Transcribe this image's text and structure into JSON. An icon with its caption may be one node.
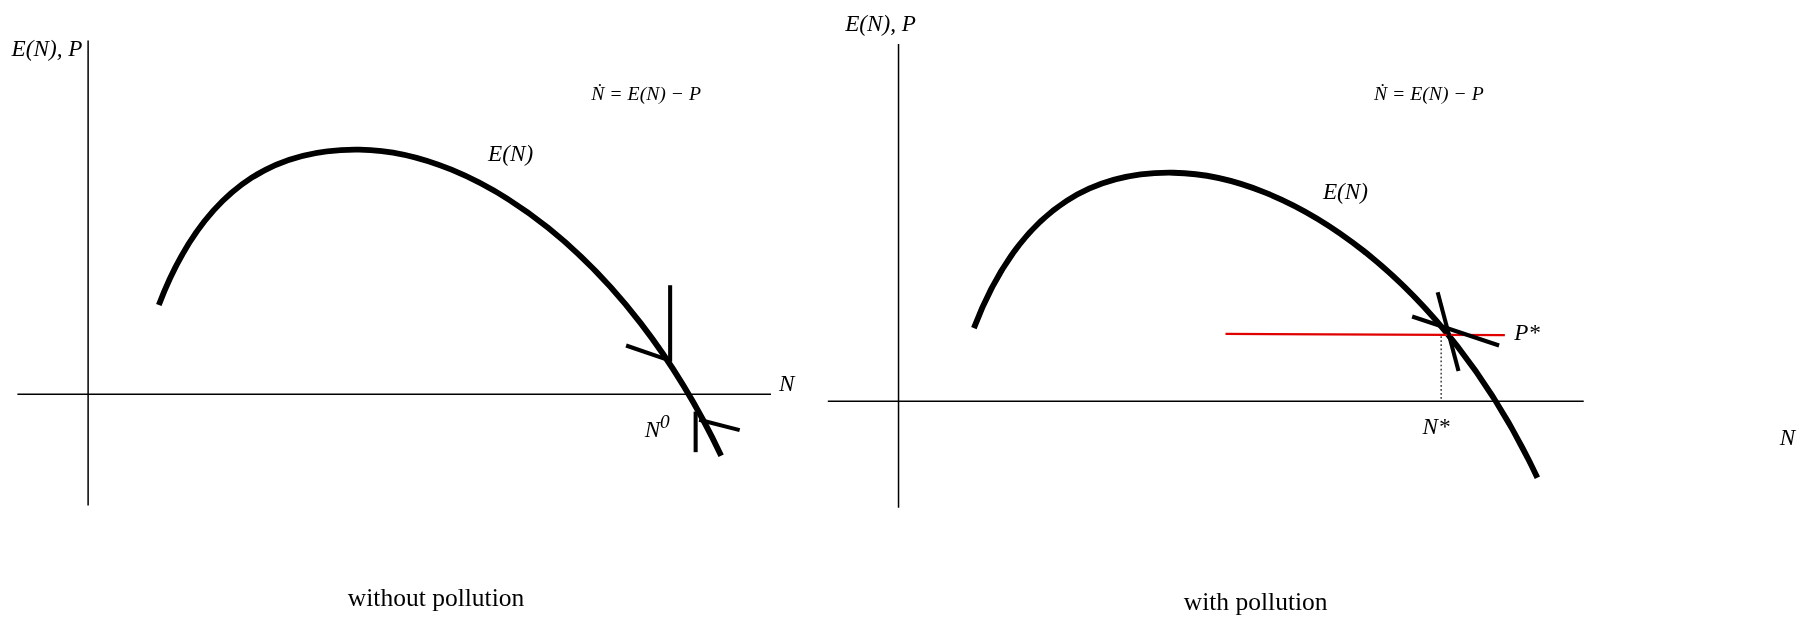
{
  "diagram": {
    "labels": [
      "E(N), P",
      "Ṅ = E(N) − P",
      "E(N)",
      "N",
      "N$^{0}$",
      "without pollution",
      "E(N), P",
      "Ṅ = E(N) − P",
      "E(N)",
      "P*",
      "N*",
      "N",
      "with pollution"
    ]
  }
}
